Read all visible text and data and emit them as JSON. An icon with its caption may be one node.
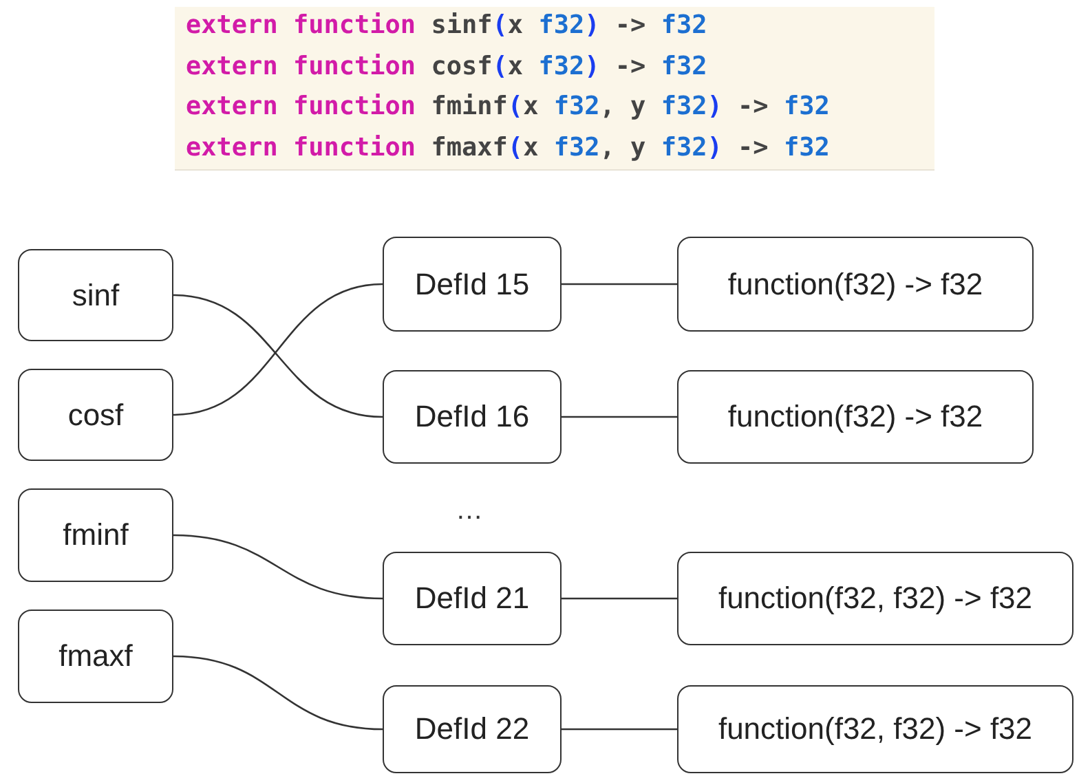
{
  "diagram": {
    "nodes": [
      {
        "text": [
          "sinf"
        ]
      },
      {
        "text": [
          "cosf"
        ]
      },
      {
        "text": [
          "fminf"
        ]
      },
      {
        "text": [
          "fmaxf"
        ]
      },
      {
        "text": [
          "DefId 15"
        ]
      },
      {
        "text": [
          "DefId 16"
        ]
      },
      {
        "text": [
          "DefId 21"
        ]
      },
      {
        "text": [
          "DefId 22"
        ]
      },
      {
        "text": [
          "function(f32) -> f32"
        ]
      },
      {
        "text": [
          "function(f32) -> f32"
        ]
      },
      {
        "text": [
          "function(f32, f32) -> f32"
        ]
      },
      {
        "text": [
          "function(f32, f32) -> f32"
        ]
      }
    ],
    "edges": [
      {
        "from": 0,
        "to": 5,
        "arrow": "none"
      },
      {
        "from": 1,
        "to": 4,
        "arrow": "none"
      },
      {
        "from": 2,
        "to": 6,
        "arrow": "none"
      },
      {
        "from": 3,
        "to": 7,
        "arrow": "none"
      },
      {
        "from": 4,
        "to": 8,
        "arrow": "none"
      },
      {
        "from": 5,
        "to": 9,
        "arrow": "none"
      },
      {
        "from": 6,
        "to": 10,
        "arrow": "none"
      },
      {
        "from": 7,
        "to": 11,
        "arrow": "none"
      }
    ],
    "labels": [
      "extern function sinf(x f32) -> f32",
      "extern function cosf(x f32) -> f32",
      "extern function fminf(x f32, y f32) -> f32",
      "extern function fmaxf(x f32, y f32) -> f32",
      "…"
    ]
  }
}
